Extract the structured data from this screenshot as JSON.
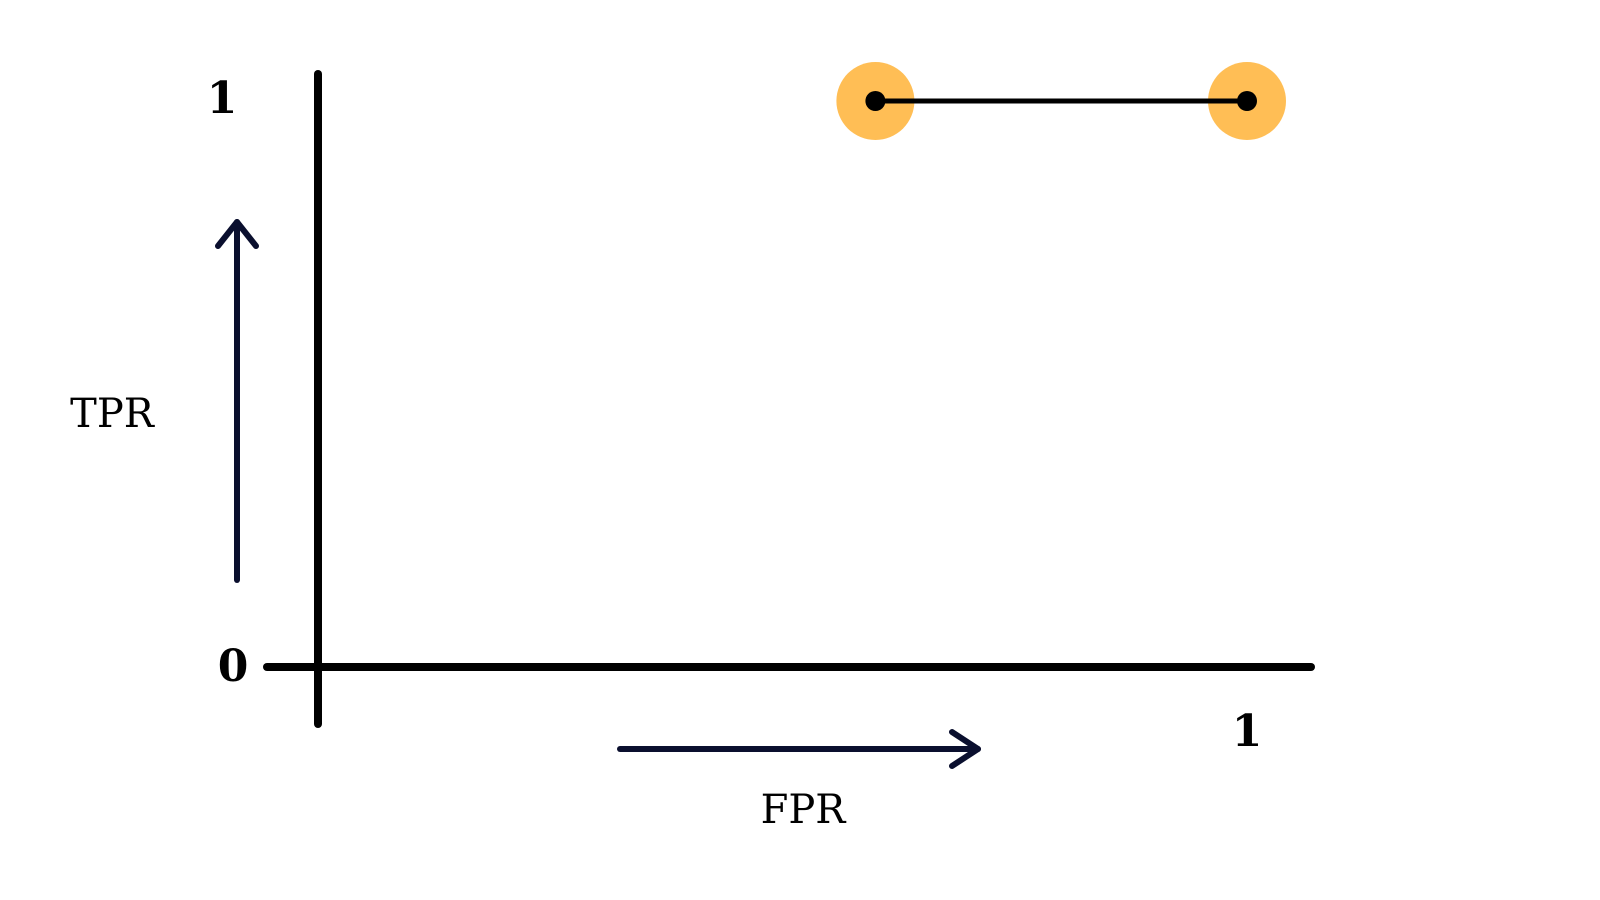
{
  "chart_data": {
    "type": "line",
    "title": "",
    "xlabel": "FPR",
    "ylabel": "TPR",
    "xlim": [
      0,
      1
    ],
    "ylim": [
      0,
      1
    ],
    "x_ticks": [
      "1"
    ],
    "y_ticks": [
      "0",
      "1"
    ],
    "grid": false,
    "series": [
      {
        "x": [
          0.6,
          1.0
        ],
        "y": [
          1.0,
          1.0
        ],
        "color": "#000000",
        "highlight_color": "#FFBE55"
      }
    ]
  },
  "colors": {
    "axes": "#000000",
    "arrows": "#0A0F2E",
    "highlight": "#FFBE55",
    "background": "#FFFFFF"
  }
}
